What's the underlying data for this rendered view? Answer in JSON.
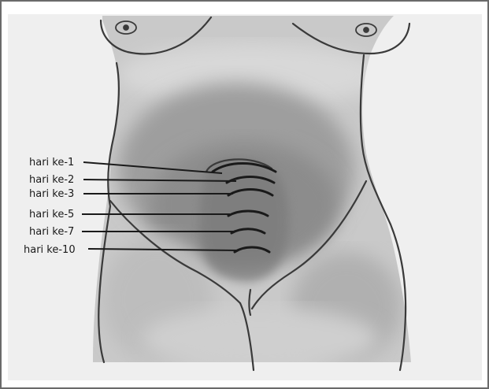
{
  "diagram": {
    "labels": [
      {
        "id": "day-1",
        "text": "hari ke-1"
      },
      {
        "id": "day-2",
        "text": "hari ke-2"
      },
      {
        "id": "day-3",
        "text": "hari ke-3"
      },
      {
        "id": "day-5",
        "text": "hari ke-5"
      },
      {
        "id": "day-7",
        "text": "hari ke-7"
      },
      {
        "id": "day-10",
        "text": "hari ke-10"
      }
    ]
  }
}
